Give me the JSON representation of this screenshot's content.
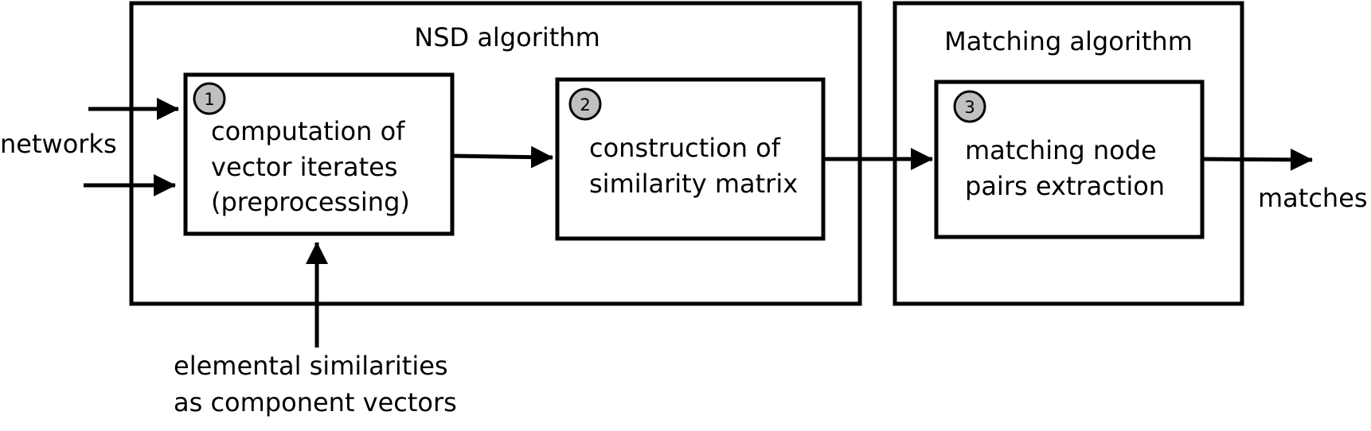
{
  "groups": {
    "nsd": {
      "title": "NSD algorithm"
    },
    "matching": {
      "title": "Matching algorithm"
    }
  },
  "steps": [
    {
      "number": "1",
      "lines": [
        "computation of",
        "vector iterates",
        "(preprocessing)"
      ]
    },
    {
      "number": "2",
      "lines": [
        "construction of",
        "similarity matrix"
      ]
    },
    {
      "number": "3",
      "lines": [
        "matching node",
        "pairs extraction"
      ]
    }
  ],
  "io": {
    "input": "networks",
    "output": "matches",
    "side_input": [
      "elemental similarities",
      "as component vectors"
    ]
  },
  "colors": {
    "stroke": "#000000",
    "badge_fill": "#c0c0c0",
    "background": "#ffffff"
  }
}
